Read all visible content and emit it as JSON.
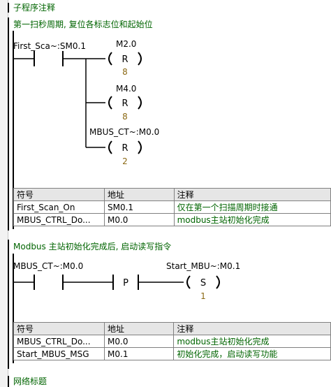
{
  "subroutine_comment": "子程序注释",
  "networks": [
    {
      "comment": "第一扫秒周期, 复位各标志位和起始位",
      "contact": "First_Sca~:SM0.1",
      "coils": [
        {
          "operand": "M2.0",
          "op": "R",
          "n": "8"
        },
        {
          "operand": "M4.0",
          "op": "R",
          "n": "8"
        },
        {
          "operand": "MBUS_CT~:M0.0",
          "op": "R",
          "n": "2"
        }
      ],
      "table": {
        "headers": [
          "符号",
          "地址",
          "注释"
        ],
        "rows": [
          [
            "First_Scan_On",
            "SM0.1",
            "仅在第一个扫描周期时接通"
          ],
          [
            "MBUS_CTRL_Do...",
            "M0.0",
            "modbus主站初始化完成"
          ]
        ]
      }
    },
    {
      "comment": "Modbus 主站初始化完成后, 启动读写指令",
      "contact": "MBUS_CT~:M0.0",
      "p": "P",
      "coil": {
        "operand": "Start_MBU~:M0.1",
        "op": "S",
        "n": "1"
      },
      "table": {
        "headers": [
          "符号",
          "地址",
          "注释"
        ],
        "rows": [
          [
            "MBUS_CTRL_Do...",
            "M0.0",
            "modbus主站初始化完成"
          ],
          [
            "Start_MBUS_MSG",
            "M0.1",
            "初始化完成，启动读写功能"
          ]
        ]
      }
    },
    {
      "comment": "网络标题"
    }
  ],
  "colors": {
    "comment": "#006400",
    "number": "#8b6914"
  }
}
